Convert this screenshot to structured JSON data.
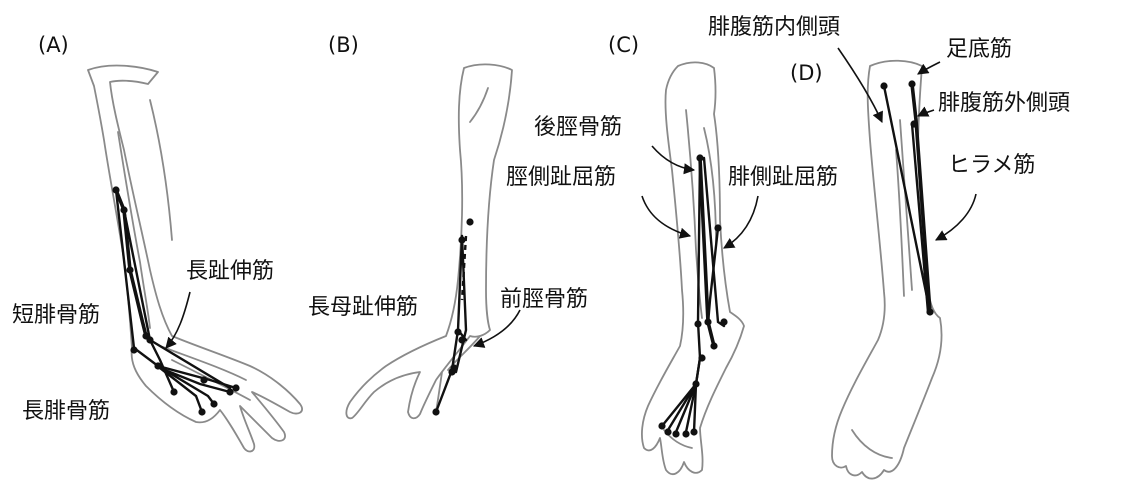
{
  "panels": [
    {
      "id": "A",
      "label": "(A)"
    },
    {
      "id": "B",
      "label": "(B)"
    },
    {
      "id": "C",
      "label": "(C)"
    },
    {
      "id": "D",
      "label": "(D)"
    }
  ],
  "labels": {
    "A": {
      "extensor_digitorum_longus": "長趾伸筋",
      "peroneus_brevis": "短腓骨筋",
      "peroneus_longus": "長腓骨筋"
    },
    "B": {
      "extensor_hallucis_longus": "長母趾伸筋",
      "tibialis_anterior": "前脛骨筋"
    },
    "C": {
      "tibialis_posterior": "後脛骨筋",
      "flexor_digitorum_tibial": "脛側趾屈筋",
      "flexor_digitorum_fibular": "腓側趾屈筋"
    },
    "D": {
      "gastrocnemius_medial": "腓腹筋内側頭",
      "plantaris": "足底筋",
      "gastrocnemius_lateral": "腓腹筋外側頭",
      "soleus": "ヒラメ筋"
    }
  },
  "colors": {
    "outline": "#8a8a8a",
    "muscle": "#111111",
    "text": "#111111"
  }
}
